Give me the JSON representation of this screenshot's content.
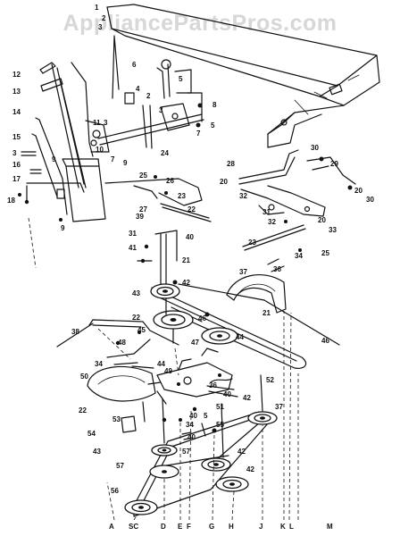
{
  "watermark": "AppliancePartsPros.com",
  "labels": [
    {
      "id": "c1",
      "text": "1"
    },
    {
      "id": "c2",
      "text": "2"
    },
    {
      "id": "c3",
      "text": "3"
    },
    {
      "id": "c4",
      "text": "12"
    },
    {
      "id": "c5",
      "text": "13"
    },
    {
      "id": "c6",
      "text": "14"
    },
    {
      "id": "c7",
      "text": "15"
    },
    {
      "id": "c8",
      "text": "3"
    },
    {
      "id": "c9",
      "text": "16"
    },
    {
      "id": "c10",
      "text": "17"
    },
    {
      "id": "c11",
      "text": "18"
    },
    {
      "id": "c12",
      "text": "9"
    },
    {
      "id": "c13",
      "text": "11"
    },
    {
      "id": "c14",
      "text": "3"
    },
    {
      "id": "c15",
      "text": "10"
    },
    {
      "id": "c16",
      "text": "9"
    },
    {
      "id": "c17",
      "text": "6"
    },
    {
      "id": "c18",
      "text": "4"
    },
    {
      "id": "c19",
      "text": "2"
    },
    {
      "id": "c20",
      "text": "3"
    },
    {
      "id": "c21",
      "text": "5"
    },
    {
      "id": "c22",
      "text": "7"
    },
    {
      "id": "c23",
      "text": "8"
    },
    {
      "id": "c24",
      "text": "5"
    },
    {
      "id": "c25",
      "text": "7"
    },
    {
      "id": "c26",
      "text": "9"
    },
    {
      "id": "c27",
      "text": "24"
    },
    {
      "id": "c28",
      "text": "25"
    },
    {
      "id": "c29",
      "text": "26"
    },
    {
      "id": "c30",
      "text": "23"
    },
    {
      "id": "c31",
      "text": "27"
    },
    {
      "id": "c32",
      "text": "22"
    },
    {
      "id": "c33",
      "text": "39"
    },
    {
      "id": "c34",
      "text": "40"
    },
    {
      "id": "c35",
      "text": "31"
    },
    {
      "id": "c36",
      "text": "41"
    },
    {
      "id": "c37",
      "text": "21"
    },
    {
      "id": "c38",
      "text": "42"
    },
    {
      "id": "c39",
      "text": "43"
    },
    {
      "id": "c40",
      "text": "22"
    },
    {
      "id": "c41",
      "text": "28"
    },
    {
      "id": "c42",
      "text": "20"
    },
    {
      "id": "c43",
      "text": "30"
    },
    {
      "id": "c44",
      "text": "29"
    },
    {
      "id": "c45",
      "text": "32"
    },
    {
      "id": "c46",
      "text": "20"
    },
    {
      "id": "c47",
      "text": "30"
    },
    {
      "id": "c48",
      "text": "31"
    },
    {
      "id": "c49",
      "text": "32"
    },
    {
      "id": "c50",
      "text": "20"
    },
    {
      "id": "c51",
      "text": "33"
    },
    {
      "id": "c52",
      "text": "23"
    },
    {
      "id": "c53",
      "text": "34"
    },
    {
      "id": "c54",
      "text": "25"
    },
    {
      "id": "c55",
      "text": "36"
    },
    {
      "id": "c56",
      "text": "37"
    },
    {
      "id": "c57",
      "text": "21"
    },
    {
      "id": "c58",
      "text": "46"
    },
    {
      "id": "c59",
      "text": "38"
    },
    {
      "id": "c60",
      "text": "46"
    },
    {
      "id": "c61",
      "text": "44"
    },
    {
      "id": "c62",
      "text": "45"
    },
    {
      "id": "c63",
      "text": "47"
    },
    {
      "id": "c64",
      "text": "48"
    },
    {
      "id": "c65",
      "text": "34"
    },
    {
      "id": "c66",
      "text": "44"
    },
    {
      "id": "c67",
      "text": "49"
    },
    {
      "id": "c68",
      "text": "36"
    },
    {
      "id": "c69",
      "text": "50"
    },
    {
      "id": "c70",
      "text": "51"
    },
    {
      "id": "c71",
      "text": "40"
    },
    {
      "id": "c72",
      "text": "52"
    },
    {
      "id": "c73",
      "text": "42"
    },
    {
      "id": "c74",
      "text": "37"
    },
    {
      "id": "c75",
      "text": "22"
    },
    {
      "id": "c76",
      "text": "53"
    },
    {
      "id": "c77",
      "text": "34"
    },
    {
      "id": "c78",
      "text": "40"
    },
    {
      "id": "c79",
      "text": "5"
    },
    {
      "id": "c80",
      "text": "55"
    },
    {
      "id": "c81",
      "text": "54"
    },
    {
      "id": "c82",
      "text": "40"
    },
    {
      "id": "c83",
      "text": "43"
    },
    {
      "id": "c84",
      "text": "57"
    },
    {
      "id": "c85",
      "text": "57"
    },
    {
      "id": "c86",
      "text": "42"
    },
    {
      "id": "c87",
      "text": "42"
    },
    {
      "id": "c88",
      "text": "56"
    }
  ],
  "bottom_letters": [
    {
      "id": "b1",
      "text": "A"
    },
    {
      "id": "b2",
      "text": "SC"
    },
    {
      "id": "b3",
      "text": "D"
    },
    {
      "id": "b4",
      "text": "E"
    },
    {
      "id": "b5",
      "text": "F"
    },
    {
      "id": "b6",
      "text": "G"
    },
    {
      "id": "b7",
      "text": "H"
    },
    {
      "id": "b8",
      "text": "J"
    },
    {
      "id": "b9",
      "text": "K"
    },
    {
      "id": "b10",
      "text": "L"
    },
    {
      "id": "b11",
      "text": "M"
    }
  ]
}
